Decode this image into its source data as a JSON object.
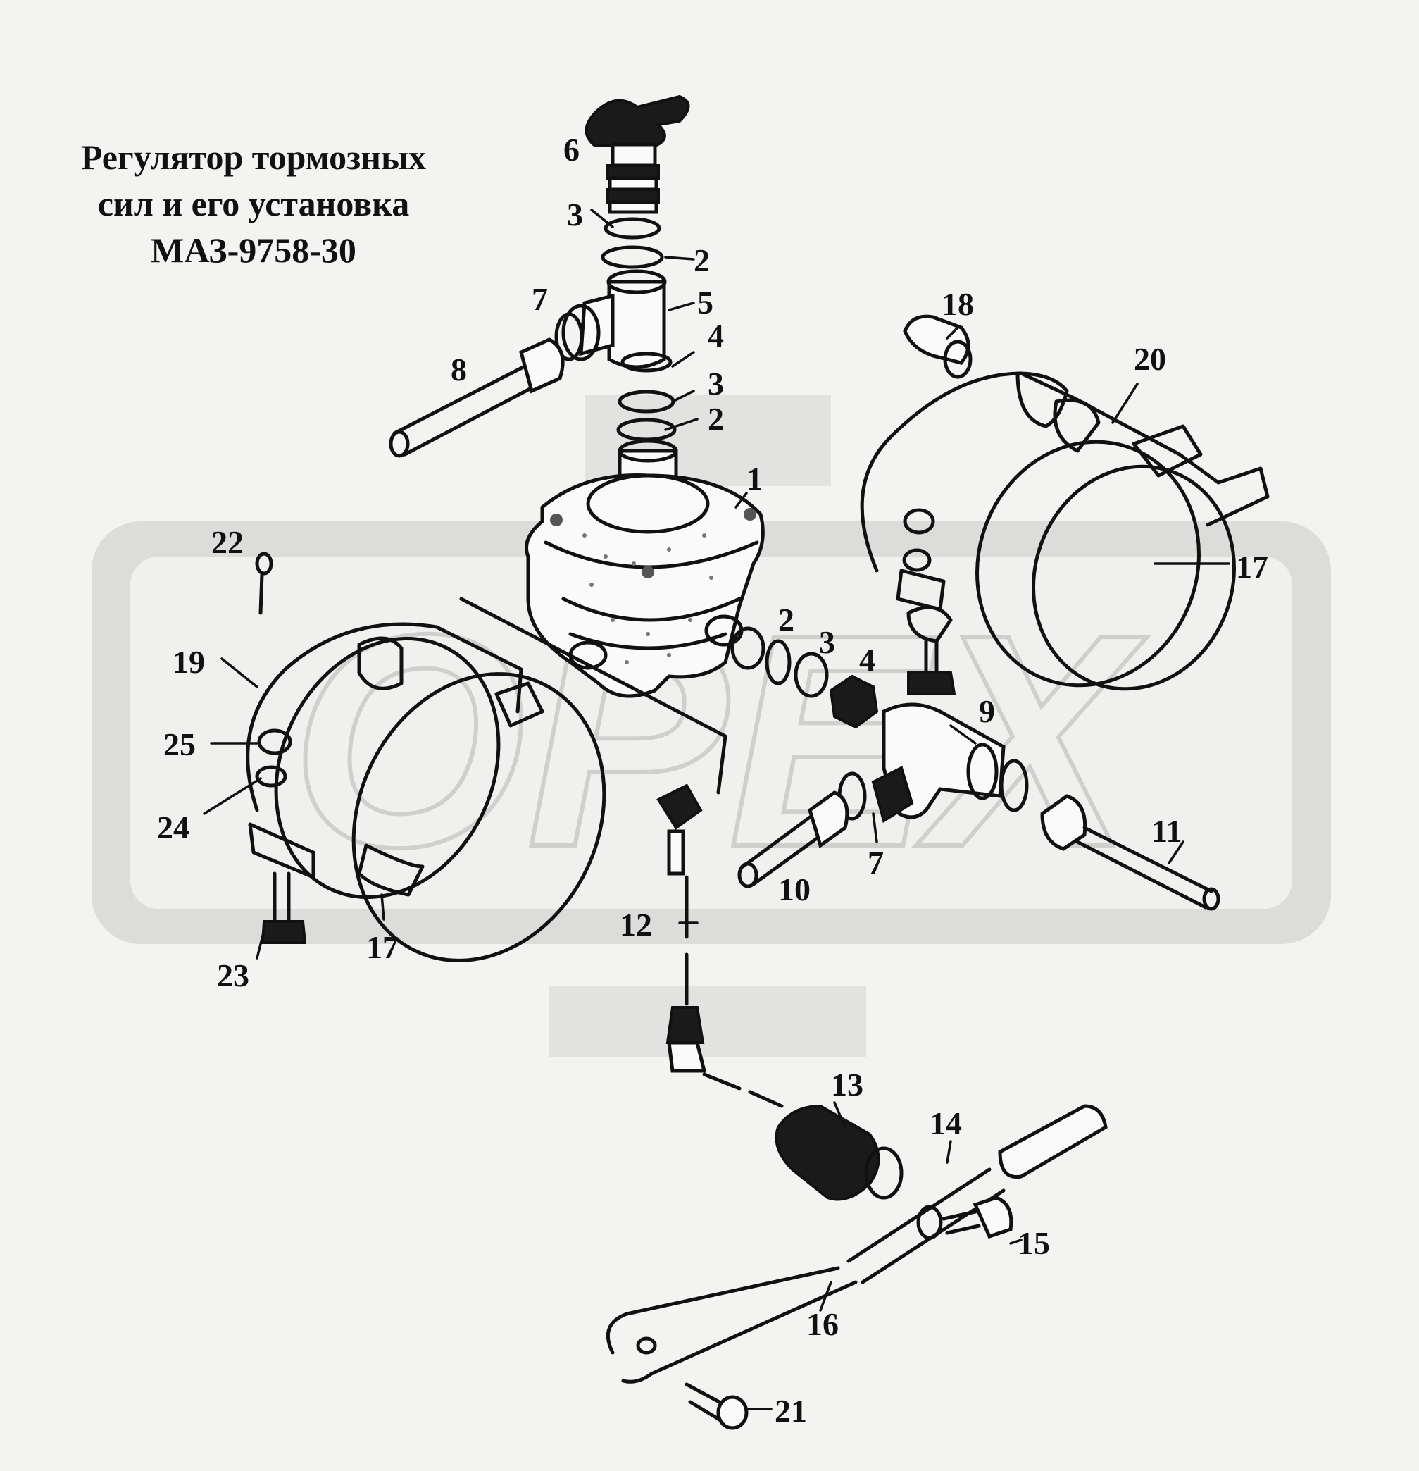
{
  "title": {
    "line1": "Регулятор  тормозных",
    "line2": "сил  и  его  установка",
    "line3": "МАЗ-9758-30"
  },
  "watermark": {
    "text": "OPEX",
    "color": "#dcdcdc"
  },
  "callouts": [
    {
      "id": "6",
      "text": "6"
    },
    {
      "id": "3a",
      "text": "3"
    },
    {
      "id": "2a",
      "text": "2"
    },
    {
      "id": "7a",
      "text": "7"
    },
    {
      "id": "5",
      "text": "5"
    },
    {
      "id": "4a",
      "text": "4"
    },
    {
      "id": "8",
      "text": "8"
    },
    {
      "id": "3b",
      "text": "3"
    },
    {
      "id": "2b",
      "text": "2"
    },
    {
      "id": "1",
      "text": "1"
    },
    {
      "id": "18",
      "text": "18"
    },
    {
      "id": "20",
      "text": "20"
    },
    {
      "id": "17a",
      "text": "17"
    },
    {
      "id": "22",
      "text": "22"
    },
    {
      "id": "19",
      "text": "19"
    },
    {
      "id": "25",
      "text": "25"
    },
    {
      "id": "24",
      "text": "24"
    },
    {
      "id": "2c",
      "text": "2"
    },
    {
      "id": "3c",
      "text": "3"
    },
    {
      "id": "4b",
      "text": "4"
    },
    {
      "id": "9",
      "text": "9"
    },
    {
      "id": "10",
      "text": "10"
    },
    {
      "id": "7b",
      "text": "7"
    },
    {
      "id": "11",
      "text": "11"
    },
    {
      "id": "12",
      "text": "12"
    },
    {
      "id": "17b",
      "text": "17"
    },
    {
      "id": "23",
      "text": "23"
    },
    {
      "id": "13",
      "text": "13"
    },
    {
      "id": "14",
      "text": "14"
    },
    {
      "id": "15",
      "text": "15"
    },
    {
      "id": "16",
      "text": "16"
    },
    {
      "id": "21",
      "text": "21"
    }
  ]
}
